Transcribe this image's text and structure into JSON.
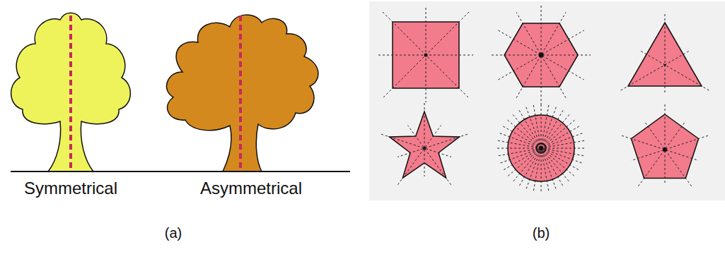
{
  "diagram": {
    "labels": [
      "Symmetrical",
      "Asymmetrical",
      "(a)",
      "(b)"
    ]
  }
}
